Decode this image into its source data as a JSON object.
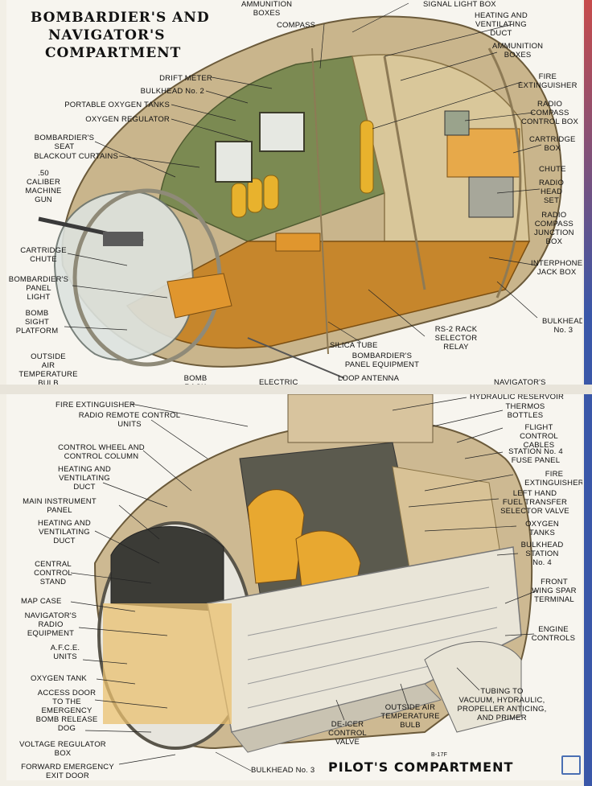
{
  "top": {
    "title_line1": "BOMBARDIER'S AND",
    "title_line2": "NAVIGATOR'S",
    "title_line3": "COMPARTMENT",
    "labels": {
      "ammunition_boxes_top": "AMMUNITION\nBOXES",
      "compass": "COMPASS",
      "signal_light_box": "SIGNAL LIGHT BOX",
      "heating_ventilating_duct": "HEATING AND\nVENTILATING\nDUCT",
      "ammunition_boxes_right": "AMMUNITION\nBOXES",
      "fire_extinguisher": "FIRE\nEXTINGUISHER",
      "radio_compass_control_box": "RADIO\nCOMPASS\nCONTROL BOX",
      "cartridge_box": "CARTRIDGE\nBOX",
      "chute": "CHUTE",
      "radio_head_set": "RADIO\nHEAD\nSET",
      "radio_compass_junction_box": "RADIO\nCOMPASS\nJUNCTION\nBOX",
      "interphone_jack_box": "INTERPHONE\nJACK BOX",
      "bulkhead_3": "BULKHEAD\nNo. 3",
      "drift_meter": "DRIFT METER",
      "bulkhead_2": "BULKHEAD No. 2",
      "portable_oxygen_tanks": "PORTABLE OXYGEN TANKS",
      "oxygen_regulator": "OXYGEN REGULATOR",
      "bombardiers_seat": "BOMBARDIER'S\nSEAT",
      "blackout_curtains": "BLACKOUT CURTAINS",
      "caliber_machine_gun": ".50\nCALIBER\nMACHINE\nGUN",
      "cartridge_chute": "CARTRIDGE\nCHUTE",
      "bombardiers_panel_light": "BOMBARDIER'S\nPANEL\nLIGHT",
      "bomb_sight_platform": "BOMB\nSIGHT\nPLATFORM",
      "outside_air_temp_bulb": "OUTSIDE\nAIR\nTEMPERATURE\nBULB",
      "bomb_rack": "BOMB\nRACK",
      "electric": "ELECTRIC",
      "silica_tube": "SILICA TUBE",
      "bombardiers_panel_equipment": "BOMBARDIER'S\nPANEL EQUIPMENT",
      "loop_antenna": "LOOP ANTENNA",
      "rs2_rack": "RS-2 RACK\nSELECTOR\nRELAY",
      "navigators": "NAVIGATOR'S"
    }
  },
  "bottom": {
    "title": "PILOT'S COMPARTMENT",
    "code": "B-17F",
    "labels": {
      "fire_extinguisher_left": "FIRE EXTINGUISHER",
      "radio_remote_control_units": "RADIO REMOTE CONTROL\nUNITS",
      "control_wheel": "CONTROL WHEEL AND\nCONTROL COLUMN",
      "heating_duct_1": "HEATING AND\nVENTILATING\nDUCT",
      "main_instrument_panel": "MAIN INSTRUMENT\nPANEL",
      "heating_duct_2": "HEATING AND\nVENTILATING\nDUCT",
      "central_control_stand": "CENTRAL\nCONTROL\nSTAND",
      "map_case": "MAP CASE",
      "navigators_radio_equipment": "NAVIGATOR'S\nRADIO\nEQUIPMENT",
      "afce_units": "A.F.C.E.\nUNITS",
      "oxygen_tank": "OXYGEN TANK",
      "access_door": "ACCESS DOOR\nTO THE\nEMERGENCY\nBOMB RELEASE\nDOG",
      "voltage_regulator_box": "VOLTAGE REGULATOR\nBOX",
      "forward_emergency_exit": "FORWARD EMERGENCY\nEXIT DOOR",
      "hydraulic_reservoir": "HYDRAULIC RESERVOIR",
      "thermos_bottles": "THERMOS\nBOTTLES",
      "flight_control_cables": "FLIGHT CONTROL\nCABLES",
      "station4_fuse_panel": "STATION No. 4\nFUSE PANEL",
      "fire_extinguisher_right": "FIRE\nEXTINGUISHER",
      "left_hand_fuel": "LEFT HAND\nFUEL TRANSFER\nSELECTOR VALVE",
      "oxygen_tanks": "OXYGEN\nTANKS",
      "bulkhead_station4": "BULKHEAD\nSTATION\nNo. 4",
      "front_wing_spar": "FRONT\nWING SPAR\nTERMINAL",
      "engine_controls": "ENGINE\nCONTROLS",
      "tubing": "TUBING TO\nVACUUM, HYDRAULIC,\nPROPELLER ANTICING,\nAND PRIMER",
      "outside_air_temp_bulb": "OUTSIDE AIR\nTEMPERATURE\nBULB",
      "de_icer_control_valve": "DE-ICER\nCONTROL\nVALVE",
      "bulkhead_3": "BULKHEAD No. 3"
    }
  }
}
